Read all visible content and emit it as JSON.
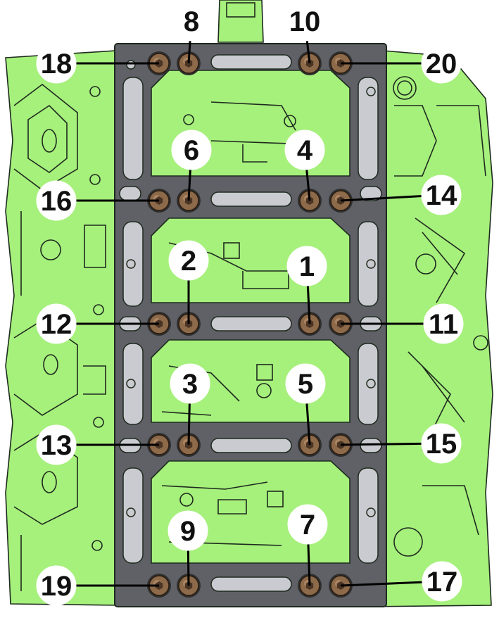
{
  "colors": {
    "engine_green": "#a6f07c",
    "engine_green_dark": "#86d85c",
    "gasket_gray": "#5f6166",
    "gasket_light": "#c9cbd0",
    "bolt_head": "#8d6a4a",
    "bolt_socket": "#4a3424",
    "outline": "#1e2a1e",
    "callout_bg": "#ffffff",
    "callout_text": "#111111"
  },
  "bolt_callouts": [
    {
      "label": "8",
      "bolt_icon": "bolt-head-icon"
    },
    {
      "label": "10",
      "bolt_icon": "bolt-head-icon"
    },
    {
      "label": "18",
      "bolt_icon": "bolt-head-icon"
    },
    {
      "label": "20",
      "bolt_icon": "bolt-head-icon"
    },
    {
      "label": "6",
      "bolt_icon": "bolt-head-icon"
    },
    {
      "label": "4",
      "bolt_icon": "bolt-head-icon"
    },
    {
      "label": "16",
      "bolt_icon": "bolt-head-icon"
    },
    {
      "label": "14",
      "bolt_icon": "bolt-head-icon"
    },
    {
      "label": "2",
      "bolt_icon": "bolt-head-icon"
    },
    {
      "label": "1",
      "bolt_icon": "bolt-head-icon"
    },
    {
      "label": "12",
      "bolt_icon": "bolt-head-icon"
    },
    {
      "label": "11",
      "bolt_icon": "bolt-head-icon"
    },
    {
      "label": "3",
      "bolt_icon": "bolt-head-icon"
    },
    {
      "label": "5",
      "bolt_icon": "bolt-head-icon"
    },
    {
      "label": "13",
      "bolt_icon": "bolt-head-icon"
    },
    {
      "label": "15",
      "bolt_icon": "bolt-head-icon"
    },
    {
      "label": "9",
      "bolt_icon": "bolt-head-icon"
    },
    {
      "label": "7",
      "bolt_icon": "bolt-head-icon"
    },
    {
      "label": "19",
      "bolt_icon": "bolt-head-icon"
    },
    {
      "label": "17",
      "bolt_icon": "bolt-head-icon"
    }
  ]
}
